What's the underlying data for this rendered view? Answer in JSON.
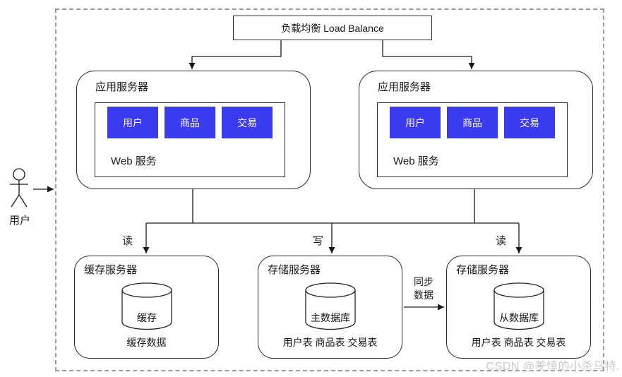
{
  "colors": {
    "module_blue": "#3b3bef",
    "line": "#1a1a1a",
    "dashed_border": "#9a9a9a",
    "watermark_gray": "#c9c9c9"
  },
  "load_balancer": {
    "label": "负载均衡 Load Balance"
  },
  "actor": {
    "label": "用户"
  },
  "app_servers": [
    {
      "title": "应用服务器",
      "modules": [
        "用户",
        "商品",
        "交易"
      ],
      "web_label": "Web 服务"
    },
    {
      "title": "应用服务器",
      "modules": [
        "用户",
        "商品",
        "交易"
      ],
      "web_label": "Web 服务"
    }
  ],
  "data_servers": [
    {
      "title": "缓存服务器",
      "db_label": "缓存",
      "caption": "缓存数据"
    },
    {
      "title": "存储服务器",
      "db_label": "主数据库",
      "caption": "用户表 商品表 交易表"
    },
    {
      "title": "存储服务器",
      "db_label": "从数据库",
      "caption": "用户表 商品表 交易表"
    }
  ],
  "edge_labels": {
    "read_left": "读",
    "write": "写",
    "read_right": "读",
    "sync_line1": "同步",
    "sync_line2": "数据"
  },
  "watermark": "CSDN @羑悻的小杀马特."
}
